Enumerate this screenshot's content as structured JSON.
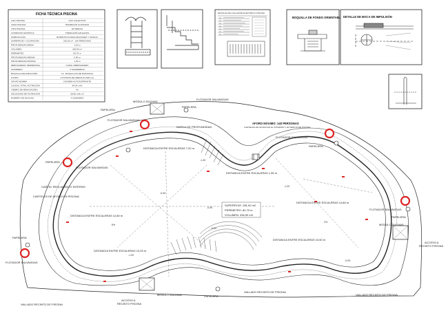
{
  "ficha": {
    "title": "FICHA TÉCNICA PISCINA",
    "rows": [
      [
        "USO PISCINA",
        "USO COLECTIVO"
      ],
      [
        "VASO PISCINA",
        "HORMIGÓN GUNITADO"
      ],
      [
        "TIPO PISCINA",
        "EXTERIOR"
      ],
      [
        "CONDICIÓN ESTÉTICA",
        "TRENCADÍS AZULEJOS"
      ],
      [
        "MORFOLOGÍA",
        "ROMÁNTICA PARA ARQUIGEÁ Y CESGUI"
      ],
      [
        "SUPERFICIE Y OCUPACIÓN",
        "281,00 m² · 140 PERSONAS"
      ],
      [
        "PROFUNDIDAD MEDIA",
        "1,20 m"
      ],
      [
        "VOLUMEN",
        "336,90 m³"
      ],
      [
        "PERÍMETRO",
        "82,70 m"
      ],
      [
        "PROFUNDIDAD MÍNIMA",
        "0,90 m"
      ],
      [
        "PROFUNDIDAD MÁXIMA",
        "1,40 m"
      ],
      [
        "REBOSADERO PERIMETRAL",
        "CANAL REBOSADERO"
      ],
      [
        "SUMIDERO",
        "2 SUMIDEROS"
      ],
      [
        "BOQUILLA DE IMPULSIÓN",
        "12 · BOQUILLAS DE DISTANCIA"
      ],
      [
        "FILTRO",
        "2 FILTROS DE ARENA Ø 1400 mm"
      ],
      [
        "GRUPO BOMBA",
        "2 BOMBA AUTOASPIRANTE"
      ],
      [
        "CAUDAL TOTAL FILTRACIÓN",
        "84,24 m³/h"
      ],
      [
        "TIEMPO DE RENOVACIÓN",
        "4 h"
      ],
      [
        "VELOCIDAD DE FILTRACIÓN",
        "28,60 m³/h·m²"
      ],
      [
        "NÚMERO DE DUCHAS",
        "4 UNIDADES"
      ]
    ]
  },
  "details": {
    "boquilla_fondo": "BOQUILLA DE FONDO ORIENTABLE",
    "boca_impulsion": "DETALLE DE BOCA DE IMPULSIÓN",
    "small_sheet_title": "DETALLE DE CALLADOR ELÉCTRICO PISCINA"
  },
  "plan": {
    "aforo": "AFORO MÁXIMO: 140 PERSONAS",
    "carteles_aforo": "CARTELES DE AFORO EN EL INTERIOR Y EXTERIOR DE PISCINA",
    "superficie": "SUPERFICIE: 281,00 m2",
    "perimetro": "PERÍMETRO: 82,70 m",
    "volumen": "VOLUMEN: 336,90 m3",
    "modulo_duchas": "MÓDULO DUCHAS",
    "papelera": "PAPELERA",
    "flotador": "FLOTADOR SALVAVIDAS",
    "marca_profundidad": "MARCA DE PROFUNDIDAD",
    "cartel_reglamento": "CARTEL REGLAMENTO INTERNO",
    "carteles_aforo_piscina": "CARTELES DE AFORO EN PISCINA",
    "vallado": "VALLADO RECINTO DE PISCINA",
    "acceso_1": "ACCESO A",
    "acceso_2": "RECINTO PISCINA",
    "dist_720": "DISTANCIA ENTRE ESCALERAS 7,20 m",
    "dist_135": "DISTANCIA ENTRE ESCALERAS 1,35 m",
    "dist_1480": "DISTANCIA ENTRE ESCALERAS 14,80 m",
    "dist_1280": "DISTANCIA ENTRE ESCALERAS 12,80 m",
    "dist_1325": "DISTANCIA ENTRE ESCALERAS 13,25 m",
    "dist_1050": "DISTANCIA ENTRE ESCALERAS 10,50 m",
    "lev_090": "-0,90",
    "lev_140": "-1,40",
    "lev_120": "-1,20",
    "lev_100": "-1,00",
    "lev_005": "-0,05",
    "lev_020": "-0,20",
    "pend": "6%",
    "pend2": "2%"
  }
}
